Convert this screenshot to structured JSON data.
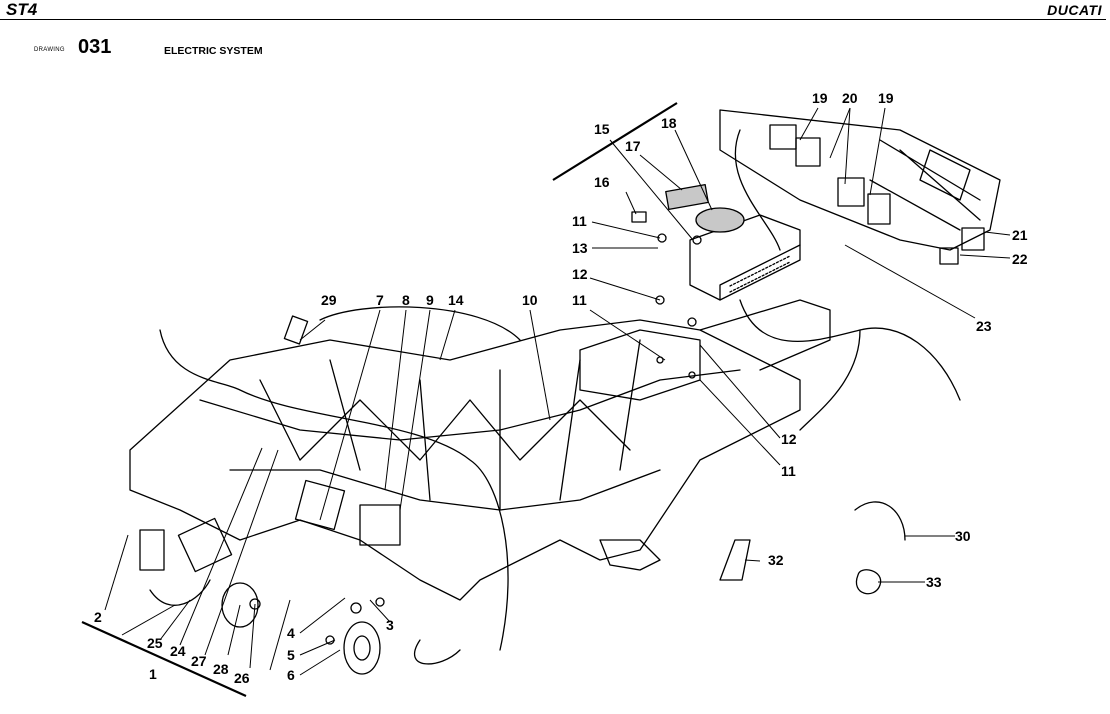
{
  "header": {
    "model": "ST4",
    "brand": "DUCATI"
  },
  "drawing": {
    "label": "DRAWING",
    "number": "031",
    "title": "ELECTRIC SYSTEM"
  },
  "callouts": {
    "c1": "1",
    "c2": "2",
    "c3": "3",
    "c4": "4",
    "c5": "5",
    "c6": "6",
    "c7": "7",
    "c8": "8",
    "c9": "9",
    "c10": "10",
    "c11a": "11",
    "c11b": "11",
    "c11c": "11",
    "c12a": "12",
    "c12b": "12",
    "c13": "13",
    "c14": "14",
    "c15": "15",
    "c16": "16",
    "c17": "17",
    "c18": "18",
    "c19a": "19",
    "c19b": "19",
    "c20": "20",
    "c21": "21",
    "c22": "22",
    "c23": "23",
    "c24": "24",
    "c25": "25",
    "c26": "26",
    "c27": "27",
    "c28": "28",
    "c29": "29",
    "c30": "30",
    "c32": "32",
    "c33": "33"
  }
}
